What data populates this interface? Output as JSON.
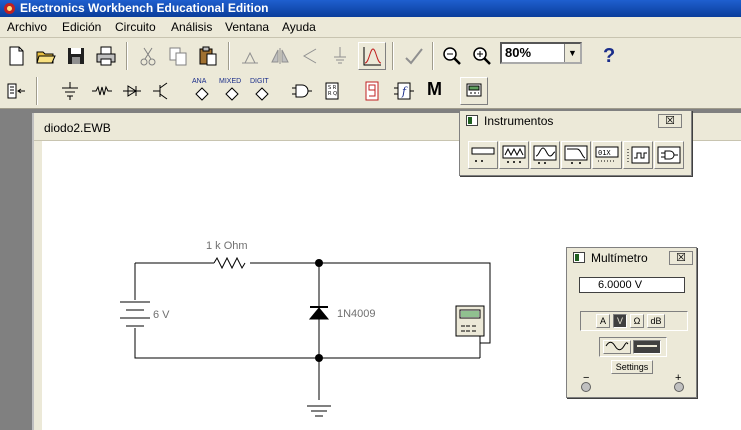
{
  "window": {
    "title": "Electronics Workbench Educational Edition"
  },
  "menu": [
    "Archivo",
    "Edición",
    "Circuito",
    "Análisis",
    "Ventana",
    "Ayuda"
  ],
  "toolbar": {
    "zoom": "80%",
    "help_label": "?",
    "m_label": "M",
    "ana": "ANA",
    "mixed": "MIXED",
    "digit": "DIGIT"
  },
  "document": {
    "title": "diodo2.EWB"
  },
  "circuit": {
    "resistor_label": "1 k Ohm",
    "battery_label": "6 V",
    "diode_label": "1N4009"
  },
  "instruments_panel": {
    "title": "Instrumentos",
    "close": "☒"
  },
  "multimeter": {
    "title": "Multímetro",
    "close": "☒",
    "reading": "6.0000  V",
    "modes": [
      "A",
      "V",
      "Ω",
      "dB"
    ],
    "selected_mode": "V",
    "settings_label": "Settings",
    "minus": "−",
    "plus": "+"
  },
  "colors": {
    "title_bar": "#0a3d9a",
    "wire": "#000000",
    "label": "#707070"
  }
}
